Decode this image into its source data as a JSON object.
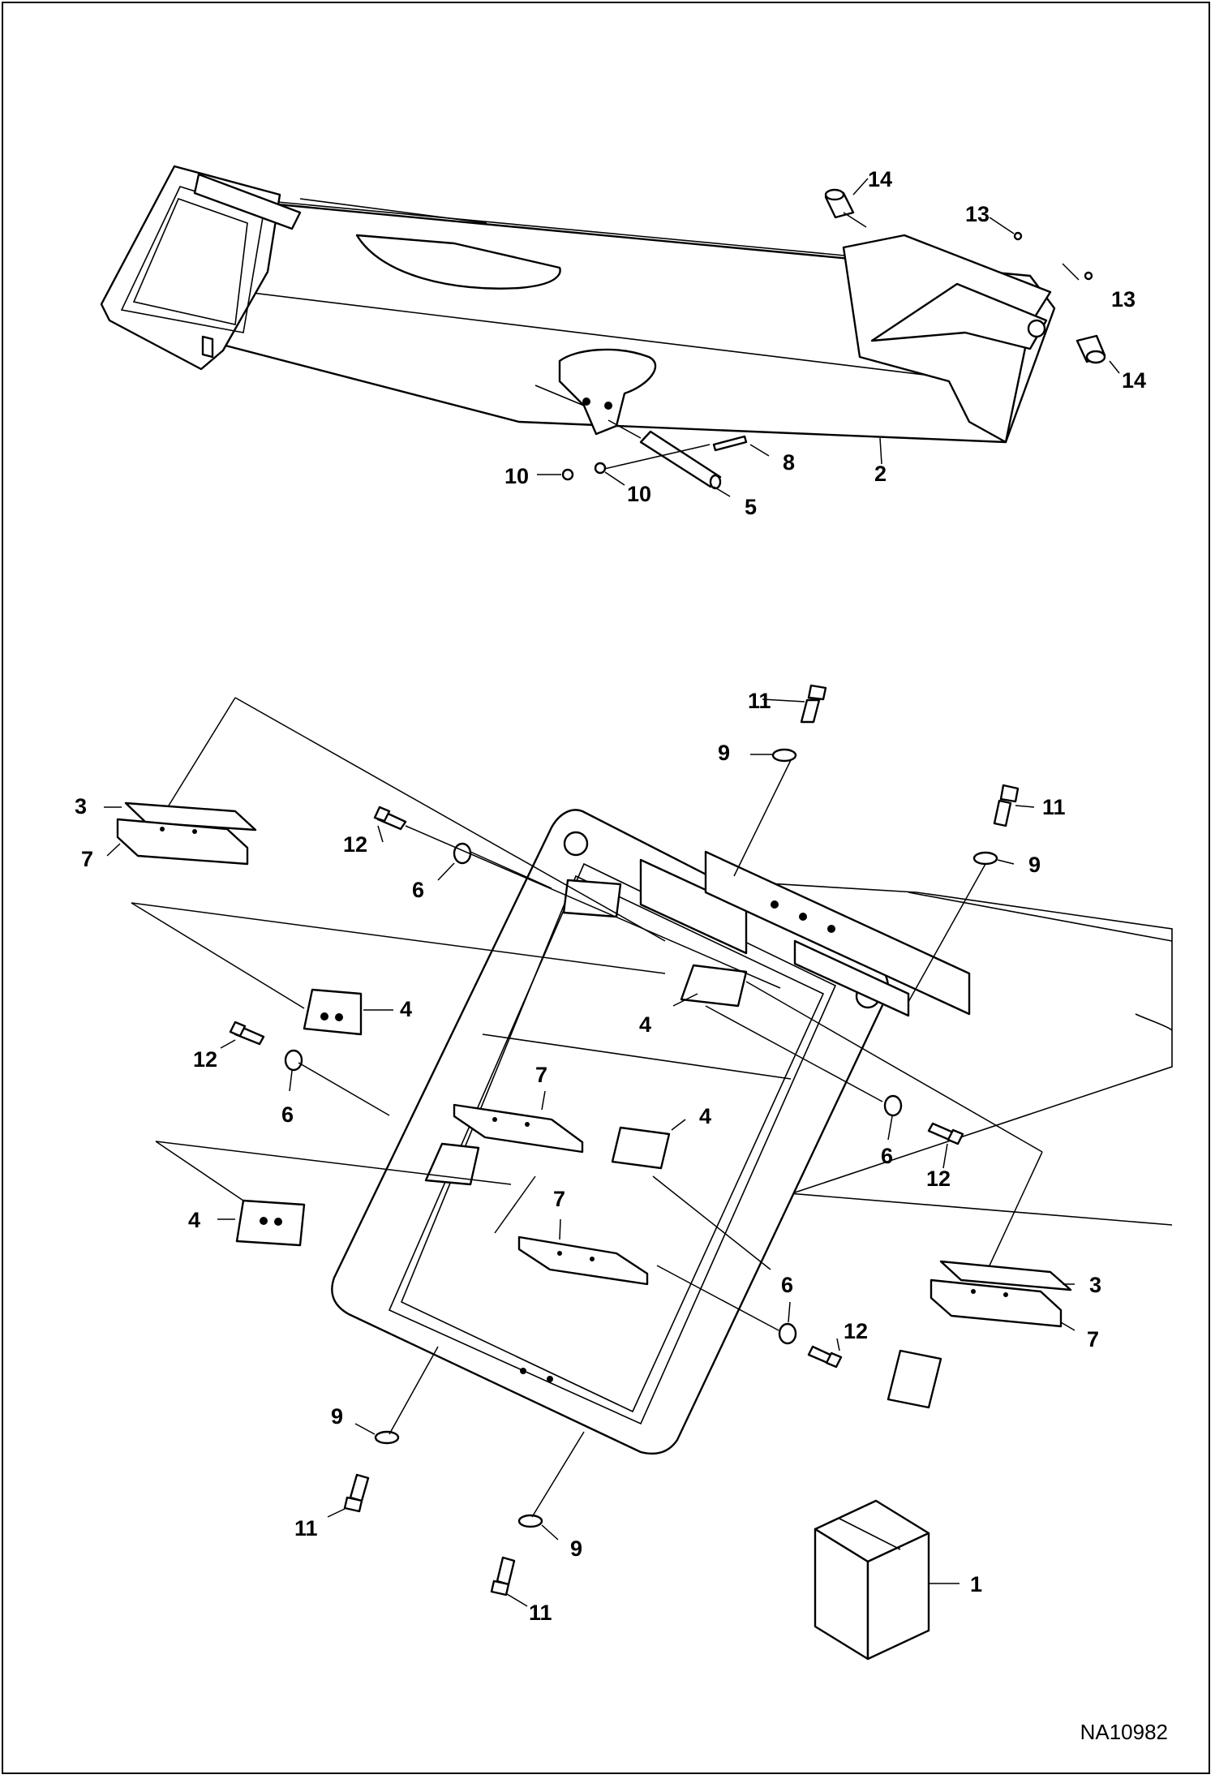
{
  "drawing_number": "NA10982",
  "callouts": {
    "c14a": "14",
    "c13a": "13",
    "c13b": "13",
    "c14b": "14",
    "c8": "8",
    "c10a": "10",
    "c10b": "10",
    "c5": "5",
    "c2": "2",
    "c11a": "11",
    "c9a": "9",
    "c11b": "11",
    "c9b": "9",
    "c3a": "3",
    "c7a": "7",
    "c12a": "12",
    "c6a": "6",
    "c4a": "4",
    "c4b": "4",
    "c12b": "12",
    "c6b": "6",
    "c7b": "7",
    "c4c": "4",
    "c6c": "6",
    "c12c": "12",
    "c4d": "4",
    "c7c": "7",
    "c6d": "6",
    "c12d": "12",
    "c3b": "3",
    "c7d": "7",
    "c9c": "9",
    "c11c": "11",
    "c9d": "9",
    "c11d": "11",
    "c1": "1"
  }
}
